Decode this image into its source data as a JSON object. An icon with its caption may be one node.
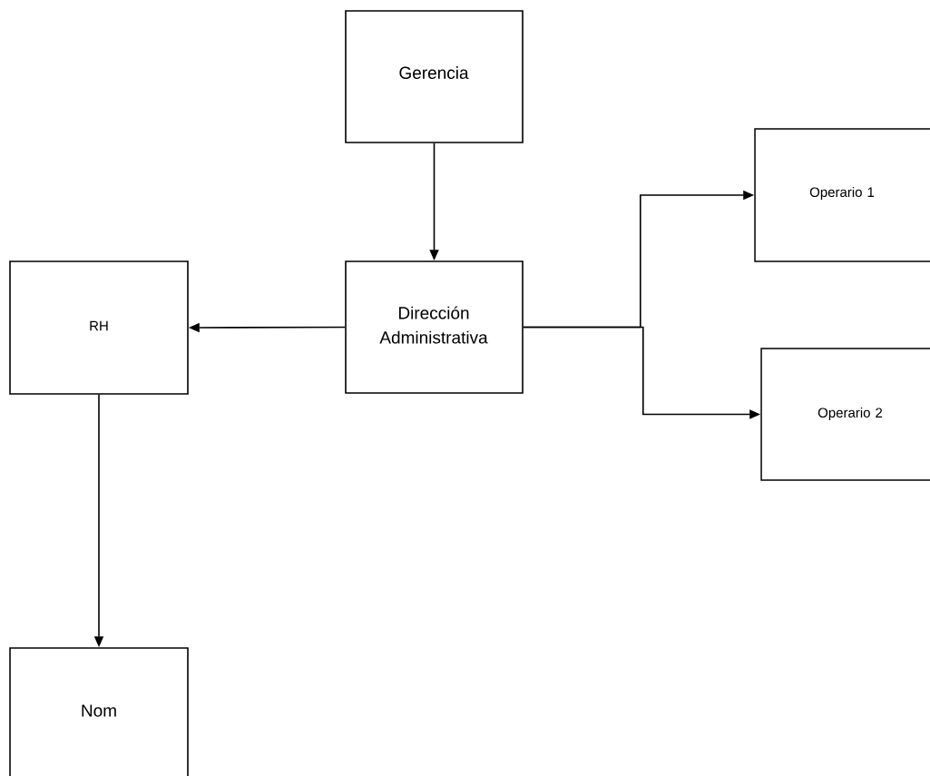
{
  "diagram": {
    "nodes": [
      {
        "text": [
          "Gerencia"
        ]
      },
      {
        "text": [
          "Operario 1"
        ]
      },
      {
        "text": [
          "RH"
        ]
      },
      {
        "text": [
          "Dirección Administrativa"
        ]
      },
      {
        "text": [
          "Operario 2"
        ]
      },
      {
        "text": [
          "Nom"
        ]
      }
    ],
    "edges": [
      {
        "from": 0,
        "to": 3,
        "arrow": "to"
      },
      {
        "from": 3,
        "to": 2,
        "arrow": "to"
      },
      {
        "from": 3,
        "to": 1,
        "arrow": "to"
      },
      {
        "from": 3,
        "to": 4,
        "arrow": "to"
      },
      {
        "from": 2,
        "to": 5,
        "arrow": "to"
      }
    ]
  }
}
